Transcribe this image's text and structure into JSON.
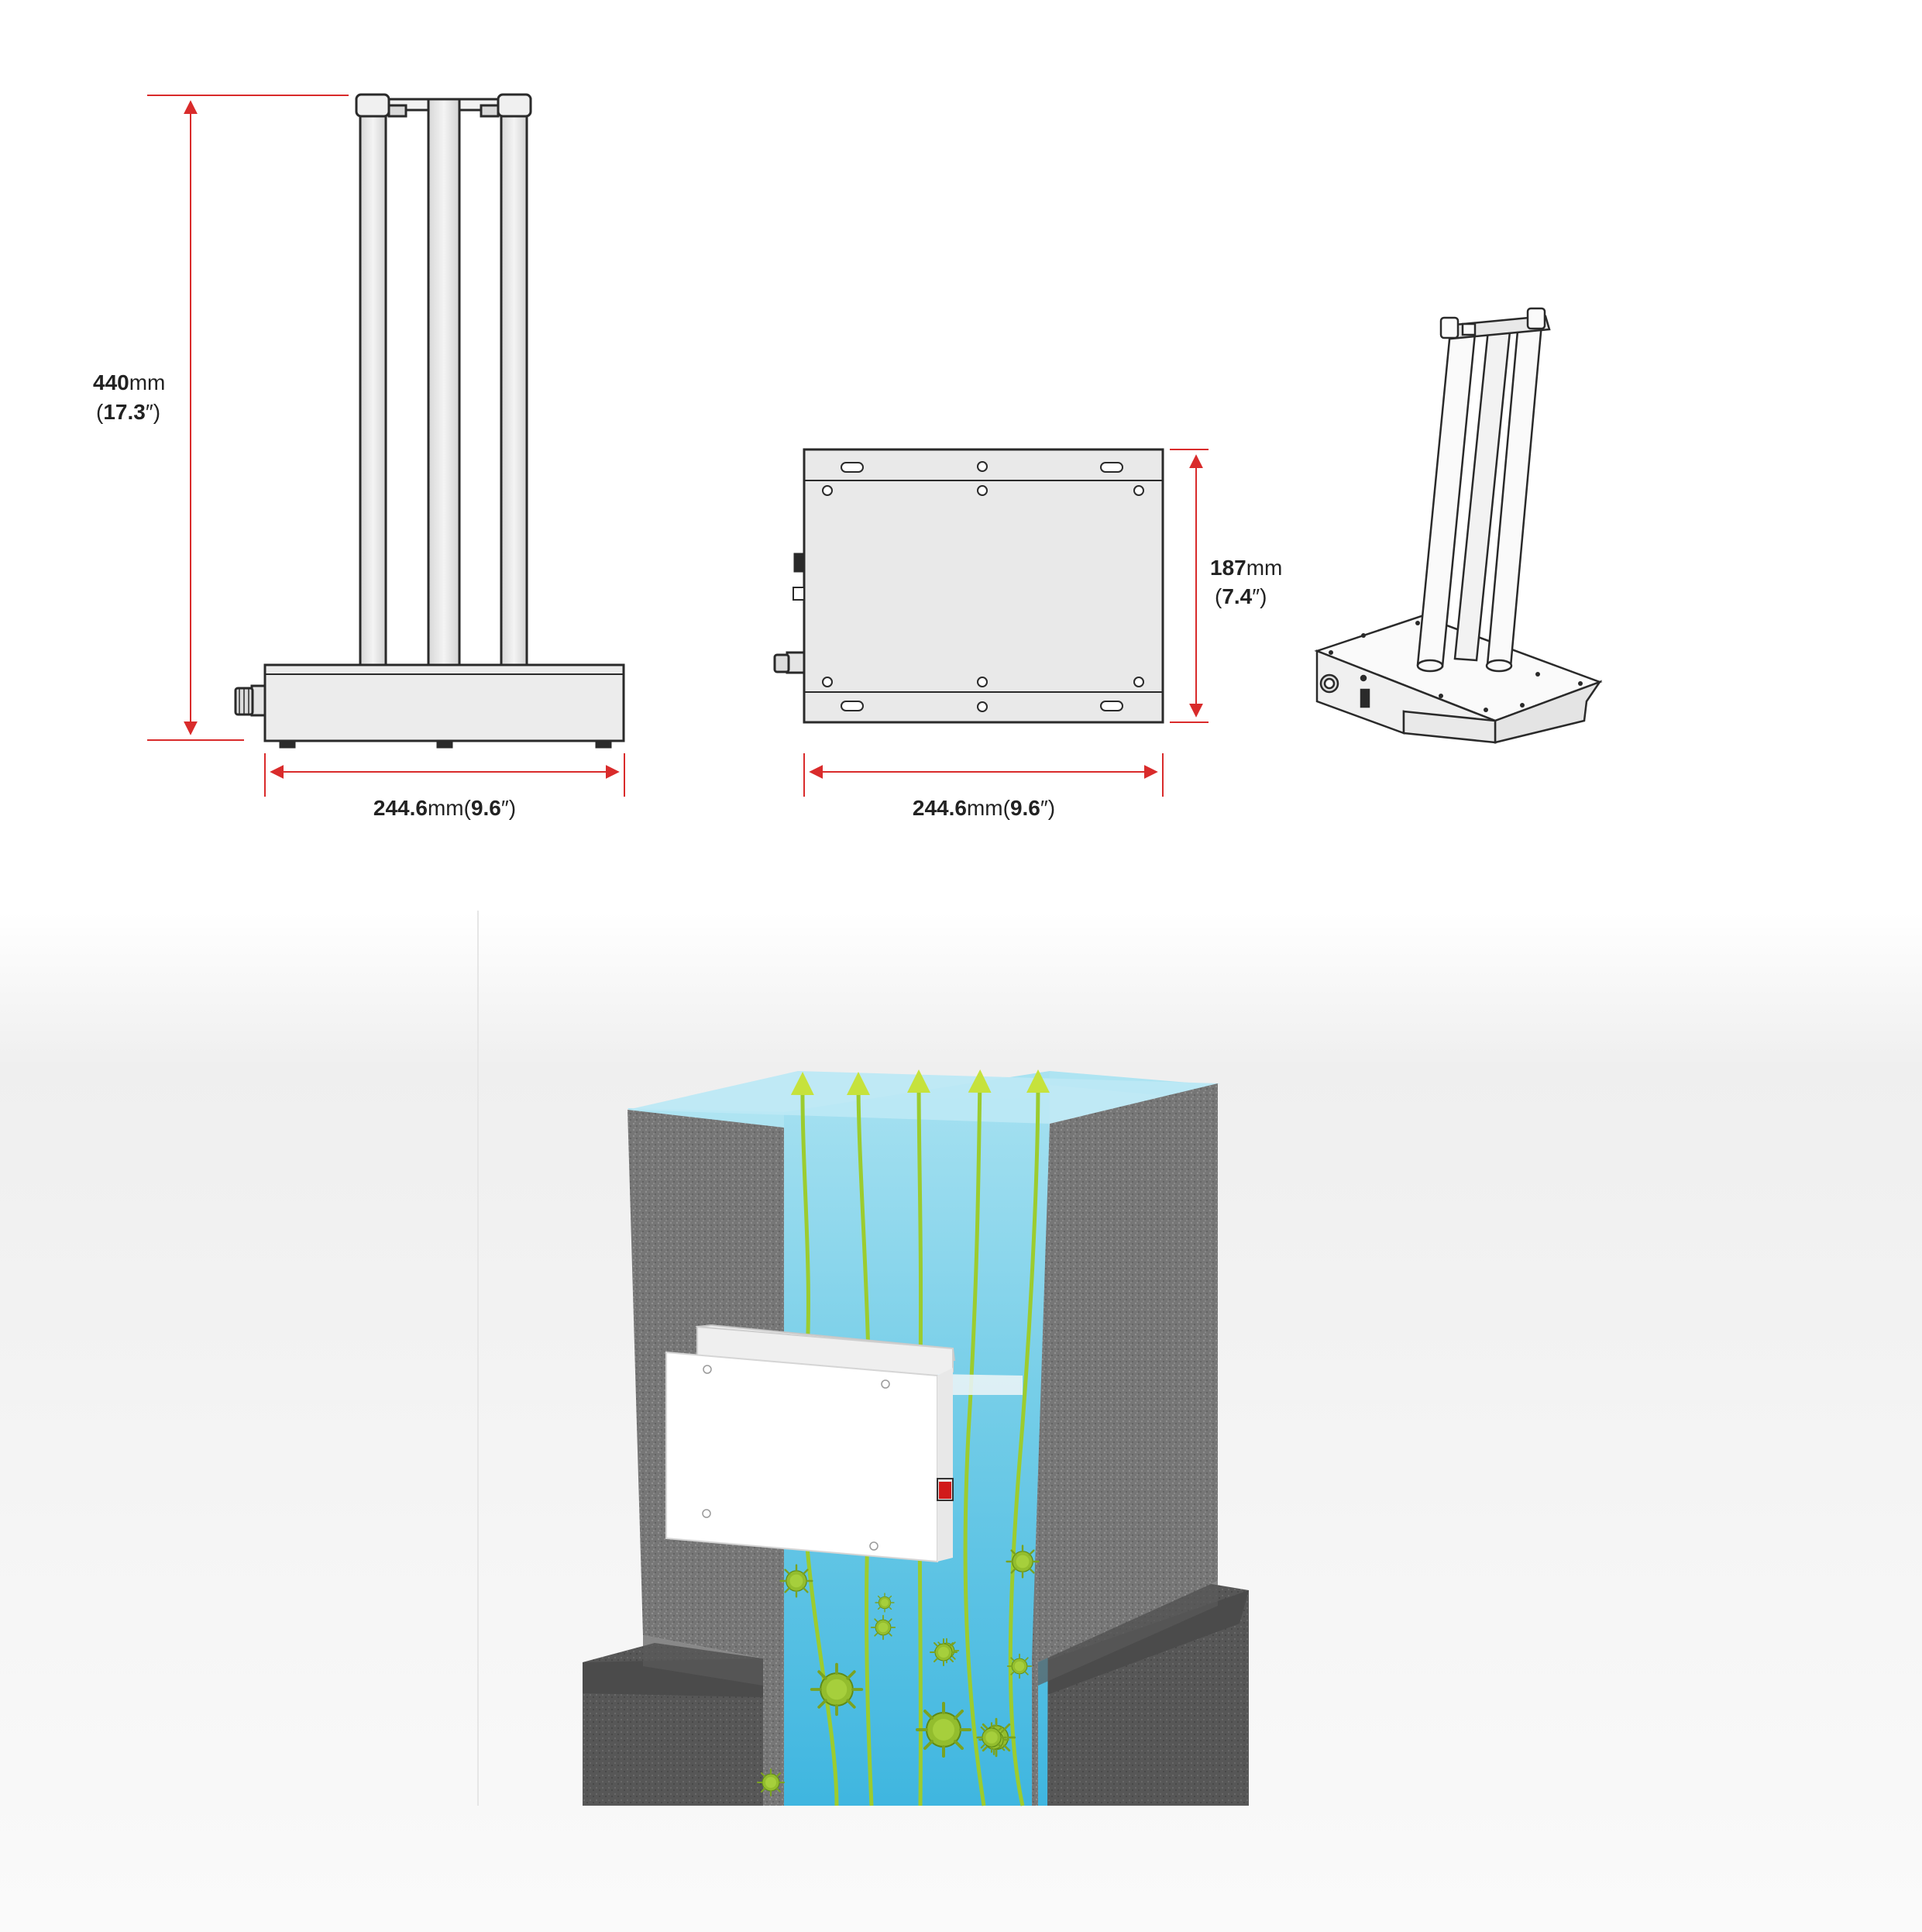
{
  "colors": {
    "dimension_line": "#d92b2b",
    "outline": "#2a2a2a",
    "tube_fill": "#e7e7e7",
    "box_fill": "#e9e9e9",
    "insulation": "#7a7a7a",
    "duct_air": "#7fd3ea",
    "airflow_arrow": "#b9d933",
    "microbe": "#8ab82c",
    "switch_red": "#d11a1a"
  },
  "front_view": {
    "height_value": "440",
    "height_unit": "mm",
    "height_inches": "17.3",
    "width_value": "244.6",
    "width_unit": "mm",
    "width_inches": "9.6"
  },
  "top_view": {
    "height_value": "187",
    "height_unit": "mm",
    "height_inches": "7.4",
    "width_value": "244.6",
    "width_unit": "mm",
    "width_inches": "9.6"
  },
  "icons": {
    "front": "uv-lamp-front-view-icon",
    "top": "uv-lamp-top-view-icon",
    "iso": "uv-lamp-isometric-icon",
    "duct": "duct-installation-illustration-icon",
    "microbe": "microbe-icon",
    "airflow": "airflow-arrow-icon"
  }
}
